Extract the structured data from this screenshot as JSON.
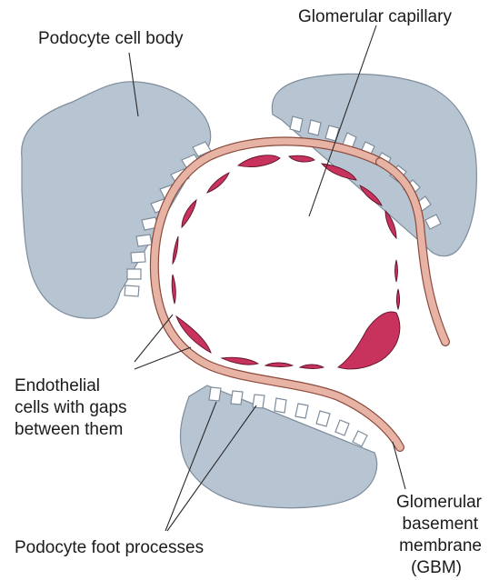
{
  "labels": {
    "podocyte_cell_body": "Podocyte cell body",
    "glomerular_capillary": "Glomerular capillary",
    "endothelial_line1": "Endothelial",
    "endothelial_line2": "cells with gaps",
    "endothelial_line3": "between them",
    "foot_processes": "Podocyte foot processes",
    "gbm_line1": "Glomerular",
    "gbm_line2": "basement",
    "gbm_line3": "membrane",
    "gbm_line4": "(GBM)"
  },
  "colors": {
    "podocyte_fill": "#b7c4d2",
    "podocyte_stroke": "#7e8d9c",
    "gbm_fill": "#e7b3a4",
    "gbm_stroke": "#8a4a3c",
    "endothelium_fill": "#c8335e",
    "endothelium_stroke": "#5e1228",
    "leader_line": "#2a2a2a"
  }
}
